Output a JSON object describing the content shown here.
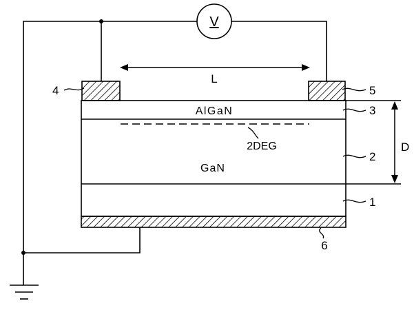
{
  "diagram": {
    "meter_symbol": "V",
    "dimension_L": "L",
    "dimension_D": "D",
    "layer_algan": "AlGaN",
    "layer_gan": "GaN",
    "layer_2deg": "2DEG",
    "ref_4": "4",
    "ref_5": "5",
    "ref_3": "3",
    "ref_2": "2",
    "ref_1": "1",
    "ref_6": "6"
  }
}
